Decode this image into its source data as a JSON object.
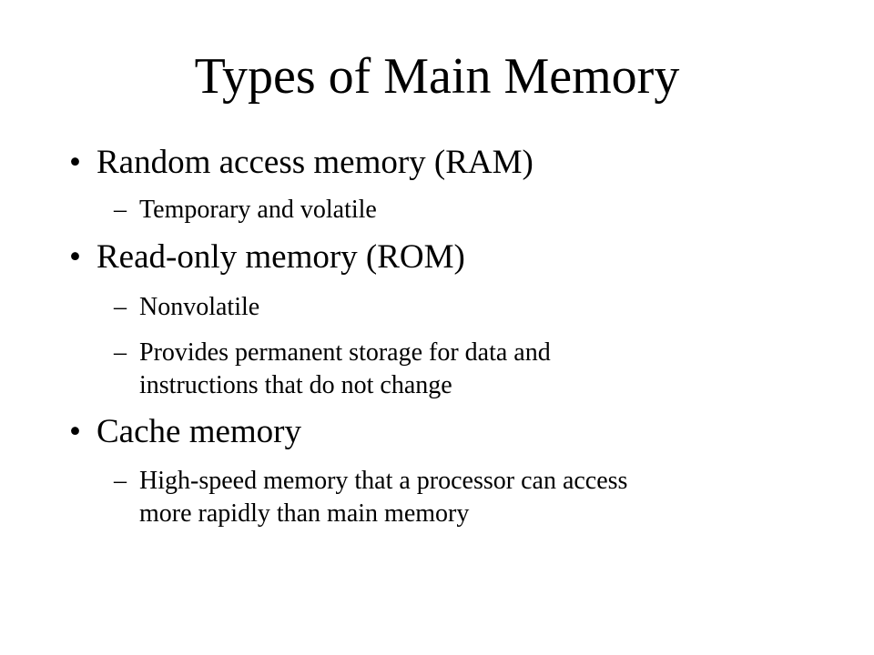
{
  "slide": {
    "title": "Types of Main Memory",
    "bullet_marker": "•",
    "sub_marker": "–",
    "bullets": [
      {
        "text": "Random access memory (RAM)",
        "subs": [
          {
            "line1": "Temporary and volatile"
          }
        ]
      },
      {
        "text": "Read-only memory (ROM)",
        "subs": [
          {
            "line1": "Nonvolatile"
          },
          {
            "line1": "Provides permanent storage for data and",
            "line2": "instructions that do not change"
          }
        ]
      },
      {
        "text": "Cache memory",
        "subs": [
          {
            "line1": "High-speed memory that a processor can access",
            "line2": "more rapidly than main memory"
          }
        ]
      }
    ]
  }
}
